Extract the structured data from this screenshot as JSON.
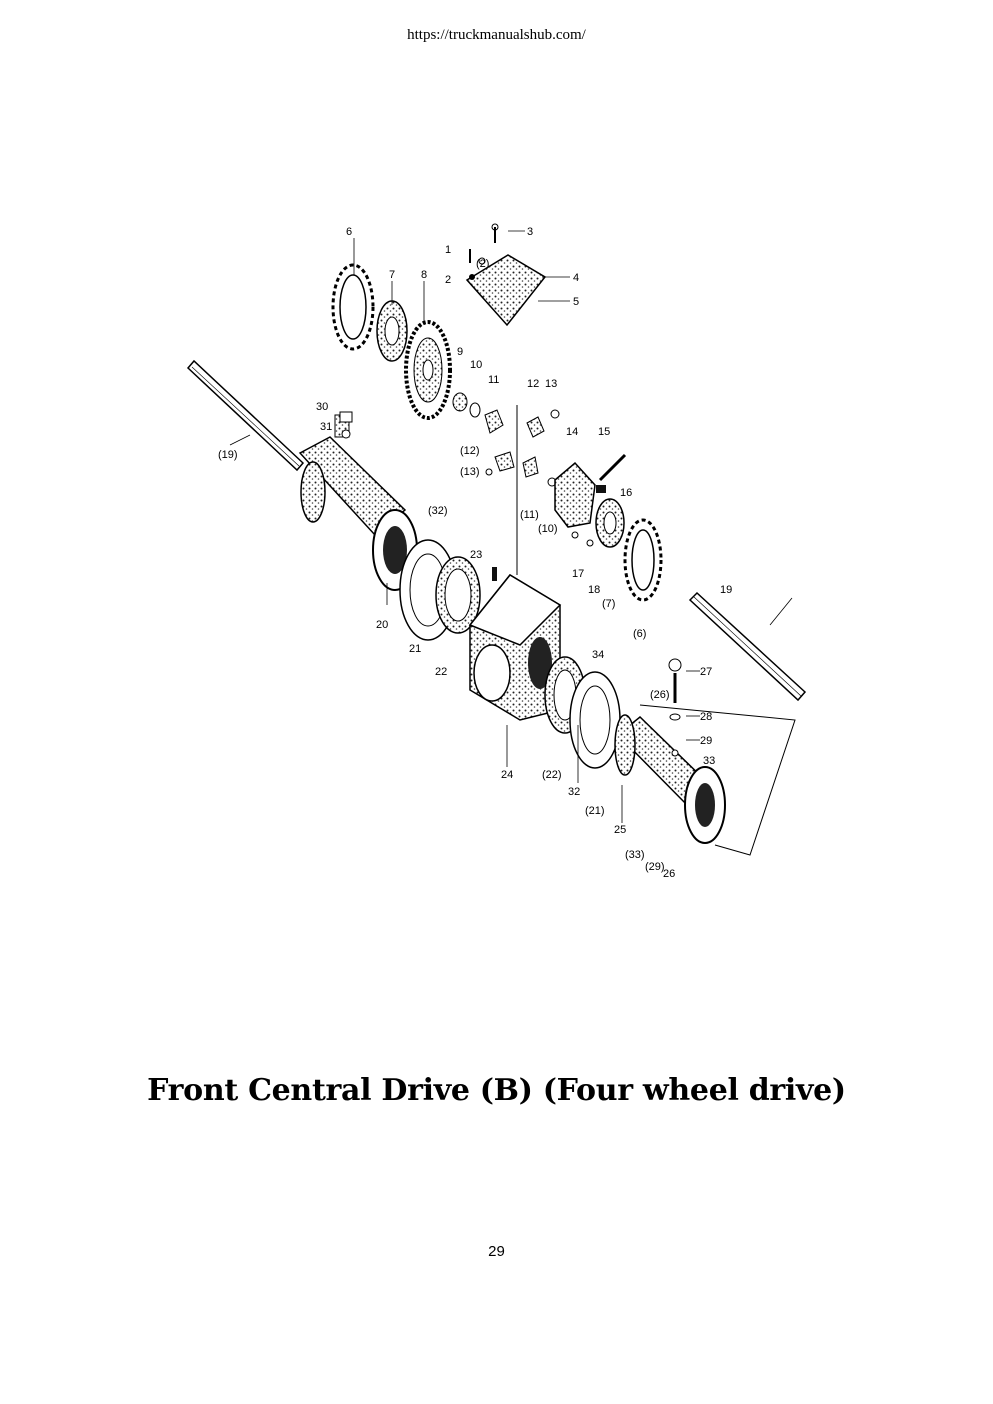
{
  "header": {
    "url": "https://truckmanualshub.com/"
  },
  "figure": {
    "callouts": {
      "c1": "1",
      "c2": "2",
      "c2p": "(2)",
      "c3": "3",
      "c4": "4",
      "c5": "5",
      "c6": "6",
      "c6p": "(6)",
      "c7": "7",
      "c7p": "(7)",
      "c8": "8",
      "c9": "9",
      "c10": "10",
      "c10p": "(10)",
      "c11": "11",
      "c11p": "(11)",
      "c12": "12",
      "c12p": "(12)",
      "c13": "13",
      "c13p": "(13)",
      "c14": "14",
      "c15": "15",
      "c16": "16",
      "c17": "17",
      "c18": "18",
      "c19": "19",
      "c19p": "(19)",
      "c20": "20",
      "c21": "21",
      "c21p": "(21)",
      "c22": "22",
      "c22p": "(22)",
      "c23": "23",
      "c24": "24",
      "c25": "25",
      "c26": "26",
      "c26p": "(26)",
      "c27": "27",
      "c28": "28",
      "c29": "29",
      "c29p": "(29)",
      "c30": "30",
      "c31": "31",
      "c32": "32",
      "c32p": "(32)",
      "c33": "33",
      "c33p": "(33)",
      "c34": "34"
    }
  },
  "caption": "Front Central Drive (B) (Four wheel drive)",
  "page_number": "29"
}
